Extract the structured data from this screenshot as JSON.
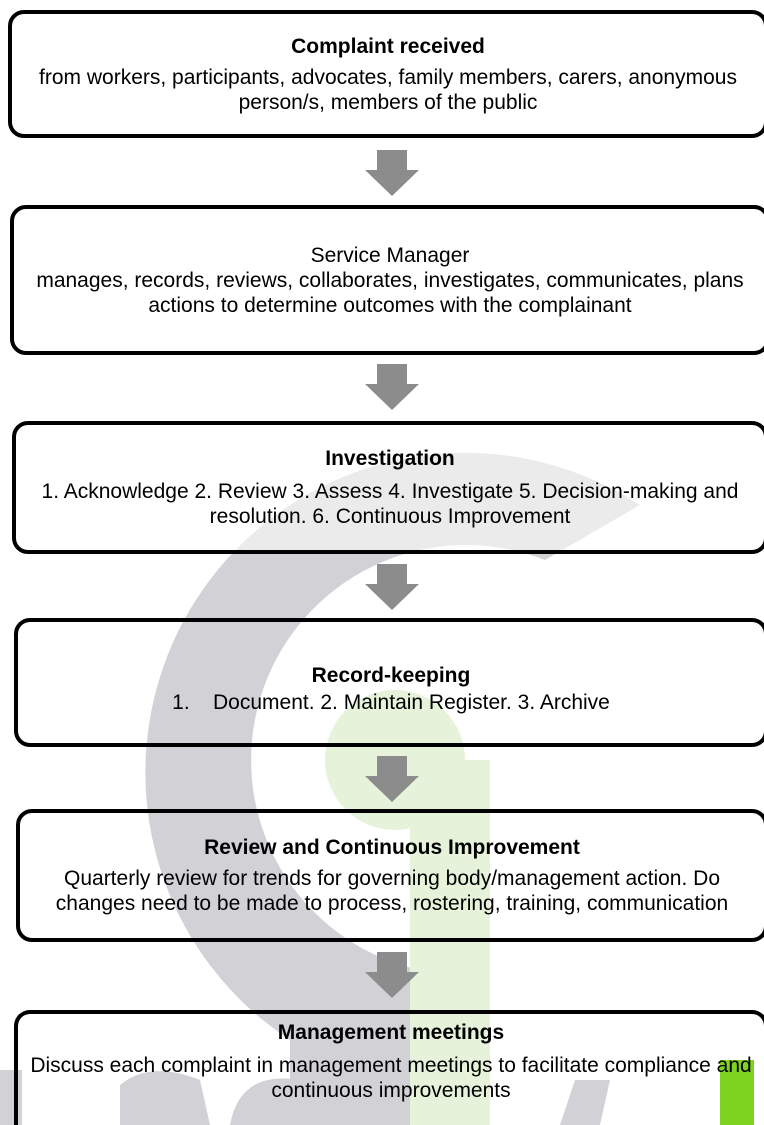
{
  "watermark": {
    "description_colors": [
      "#d5d5d9",
      "#e9f5dd",
      "#7ed321"
    ]
  },
  "colors": {
    "border": "#000000",
    "arrow": "#8c8c8c",
    "watermark_gray": "#d2d2d6",
    "watermark_green": "#e6f3da",
    "watermark_accent": "#7ed321"
  },
  "steps": [
    {
      "title": "Complaint received",
      "title_bold": true,
      "body": "from workers, participants, advocates, family members, carers, anonymous person/s, members of the public"
    },
    {
      "title": "Service Manager",
      "title_bold": false,
      "body": "manages, records, reviews, collaborates, investigates, communicates, plans actions to determine outcomes with the complainant"
    },
    {
      "title": "Investigation",
      "title_bold": true,
      "body": "1. Acknowledge 2. Review 3. Assess 4. Investigate 5. Decision-making and resolution. 6. Continuous Improvement"
    },
    {
      "title": "Record-keeping",
      "title_bold": true,
      "body": "1.    Document. 2. Maintain Register. 3. Archive"
    },
    {
      "title": "Review and Continuous Improvement",
      "title_bold": true,
      "body": "Quarterly review for trends for governing body/management action. Do changes need to be made to process, rostering, training, communication"
    },
    {
      "title": "Management meetings",
      "title_bold": true,
      "body": "Discuss each complaint in management meetings to facilitate compliance and continuous improvements"
    }
  ]
}
